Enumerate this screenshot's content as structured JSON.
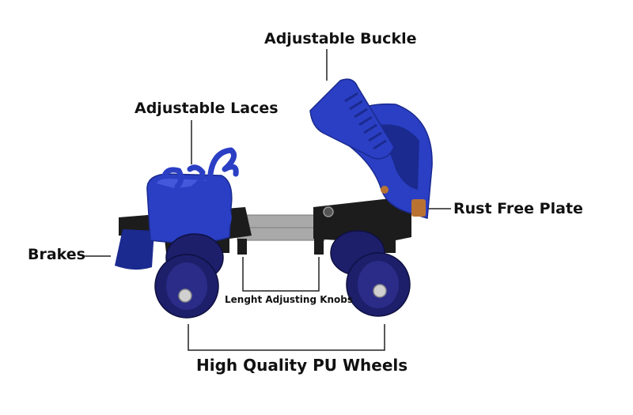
{
  "image": {
    "subject": "quad-roller-skate-icon",
    "colors": {
      "boot": "#2b3fc4",
      "boot_dark": "#1a2a8f",
      "boot_light": "#4a5fe0",
      "plate": "#1c1c1c",
      "metal": "#a9a9a9",
      "wheel": "#1d1f6b",
      "wheel_light": "#3437a0",
      "axle": "#d0d0d0",
      "copper": "#b87333",
      "leader": "#222222"
    }
  },
  "labels": {
    "buckle": "Adjustable Buckle",
    "laces": "Adjustable Laces",
    "rust_plate": "Rust Free Plate",
    "brakes": "Brakes",
    "knobs": "Lenght Adjusting Knobs",
    "wheels": "High Quality PU Wheels"
  }
}
